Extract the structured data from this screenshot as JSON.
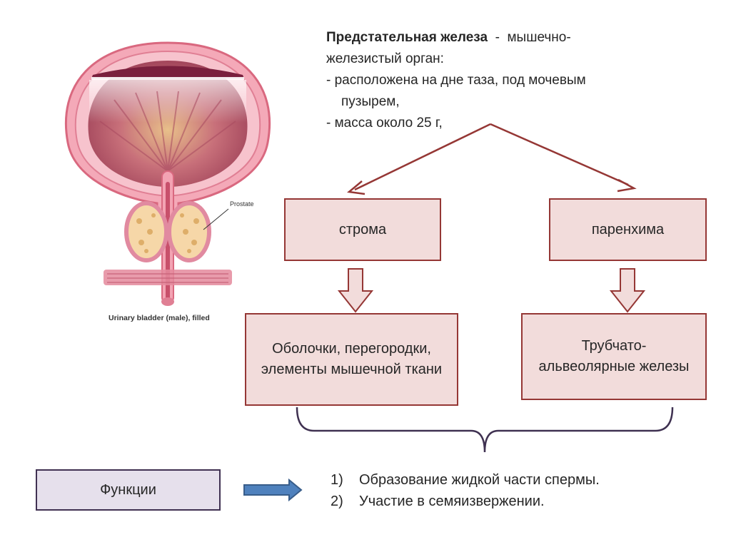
{
  "intro": {
    "title_bold": "Предстательная железа",
    "title_rest": "  -  мышечно-",
    "title_cont": "железистый орган:",
    "point1_a": "-  расположена на дне таза, под мочевым",
    "point1_b": "пузырем,",
    "point2": "-  масса около 25 г,"
  },
  "illustration": {
    "prostate_label": "Prostate",
    "caption": "Urinary bladder (male), filled"
  },
  "boxes": {
    "stroma": "строма",
    "parenchyma": "паренхима",
    "stroma_detail": "Оболочки, перегородки, элементы мышечной ткани",
    "parenchyma_detail": "Трубчато-альвеолярные железы"
  },
  "functions": {
    "label": "Функции",
    "items": [
      {
        "num": "1)",
        "text": "Образование жидкой части спермы."
      },
      {
        "num": "2)",
        "text": "Участие в семяизвержении."
      }
    ]
  },
  "colors": {
    "box_fill": "#f2dcdb",
    "box_border": "#953735",
    "func_fill": "#e6e0ec",
    "func_border": "#403152",
    "arrow_blue": "#4f81bd"
  }
}
